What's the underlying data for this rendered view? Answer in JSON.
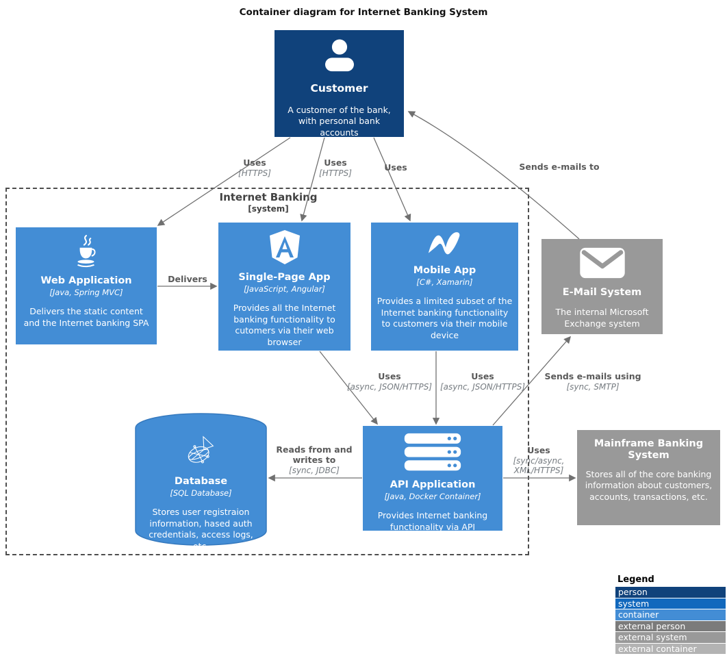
{
  "title": "Container diagram for Internet Banking System",
  "colors": {
    "person": "#10427b",
    "system": "#1168bd",
    "container": "#438dd5",
    "external_person": "#7b7b7b",
    "external_system": "#999999",
    "external_container": "#b3b3b3",
    "arrow": "#707070"
  },
  "boundary": {
    "name": "Internet Banking",
    "type": "[system]"
  },
  "nodes": {
    "customer": {
      "name": "Customer",
      "desc": "A customer of the bank, with personal bank accounts"
    },
    "web_app": {
      "name": "Web Application",
      "tech": "[Java, Spring MVC]",
      "desc": "Delivers the static content and the Internet banking SPA"
    },
    "spa": {
      "name": "Single-Page App",
      "tech": "[JavaScript, Angular]",
      "desc": "Provides all the Internet banking functionality to cutomers via their web browser"
    },
    "mobile": {
      "name": "Mobile App",
      "tech": "[C#, Xamarin]",
      "desc": "Provides a limited subset of the Internet banking functionality to customers via their mobile device"
    },
    "email": {
      "name": "E-Mail System",
      "desc": "The internal Microsoft Exchange system"
    },
    "database": {
      "name": "Database",
      "tech": "[SQL Database]",
      "desc": "Stores user registraion information, hased auth credentials, access logs, etc."
    },
    "api": {
      "name": "API Application",
      "tech": "[Java, Docker Container]",
      "desc": "Provides Internet banking functionality via API"
    },
    "mainframe": {
      "name": "Mainframe Banking System",
      "desc": "Stores all of the core banking information about customers, accounts, transactions, etc."
    }
  },
  "edges": {
    "customer_web": {
      "label": "Uses",
      "tech": "[HTTPS]"
    },
    "customer_spa": {
      "label": "Uses",
      "tech": "[HTTPS]"
    },
    "customer_mobile": {
      "label": "Uses"
    },
    "email_customer": {
      "label": "Sends e-mails to"
    },
    "web_spa": {
      "label": "Delivers"
    },
    "spa_api": {
      "label": "Uses",
      "tech": "[async, JSON/HTTPS]"
    },
    "mobile_api": {
      "label": "Uses",
      "tech": "[async, JSON/HTTPS]"
    },
    "api_email": {
      "label": "Sends e-mails using",
      "tech": "[sync, SMTP]"
    },
    "api_db": {
      "label": "Reads from and writes to",
      "tech": "[sync, JDBC]"
    },
    "api_mainframe": {
      "label": "Uses",
      "tech": "[sync/async, XML/HTTPS]"
    }
  },
  "legend": {
    "title": "Legend",
    "items": [
      {
        "label": "person",
        "color": "#10427b"
      },
      {
        "label": "system",
        "color": "#1168bd"
      },
      {
        "label": "container",
        "color": "#438dd5"
      },
      {
        "label": "external person",
        "color": "#7b7b7b"
      },
      {
        "label": "external system",
        "color": "#999999"
      },
      {
        "label": "external container",
        "color": "#b3b3b3"
      }
    ]
  }
}
